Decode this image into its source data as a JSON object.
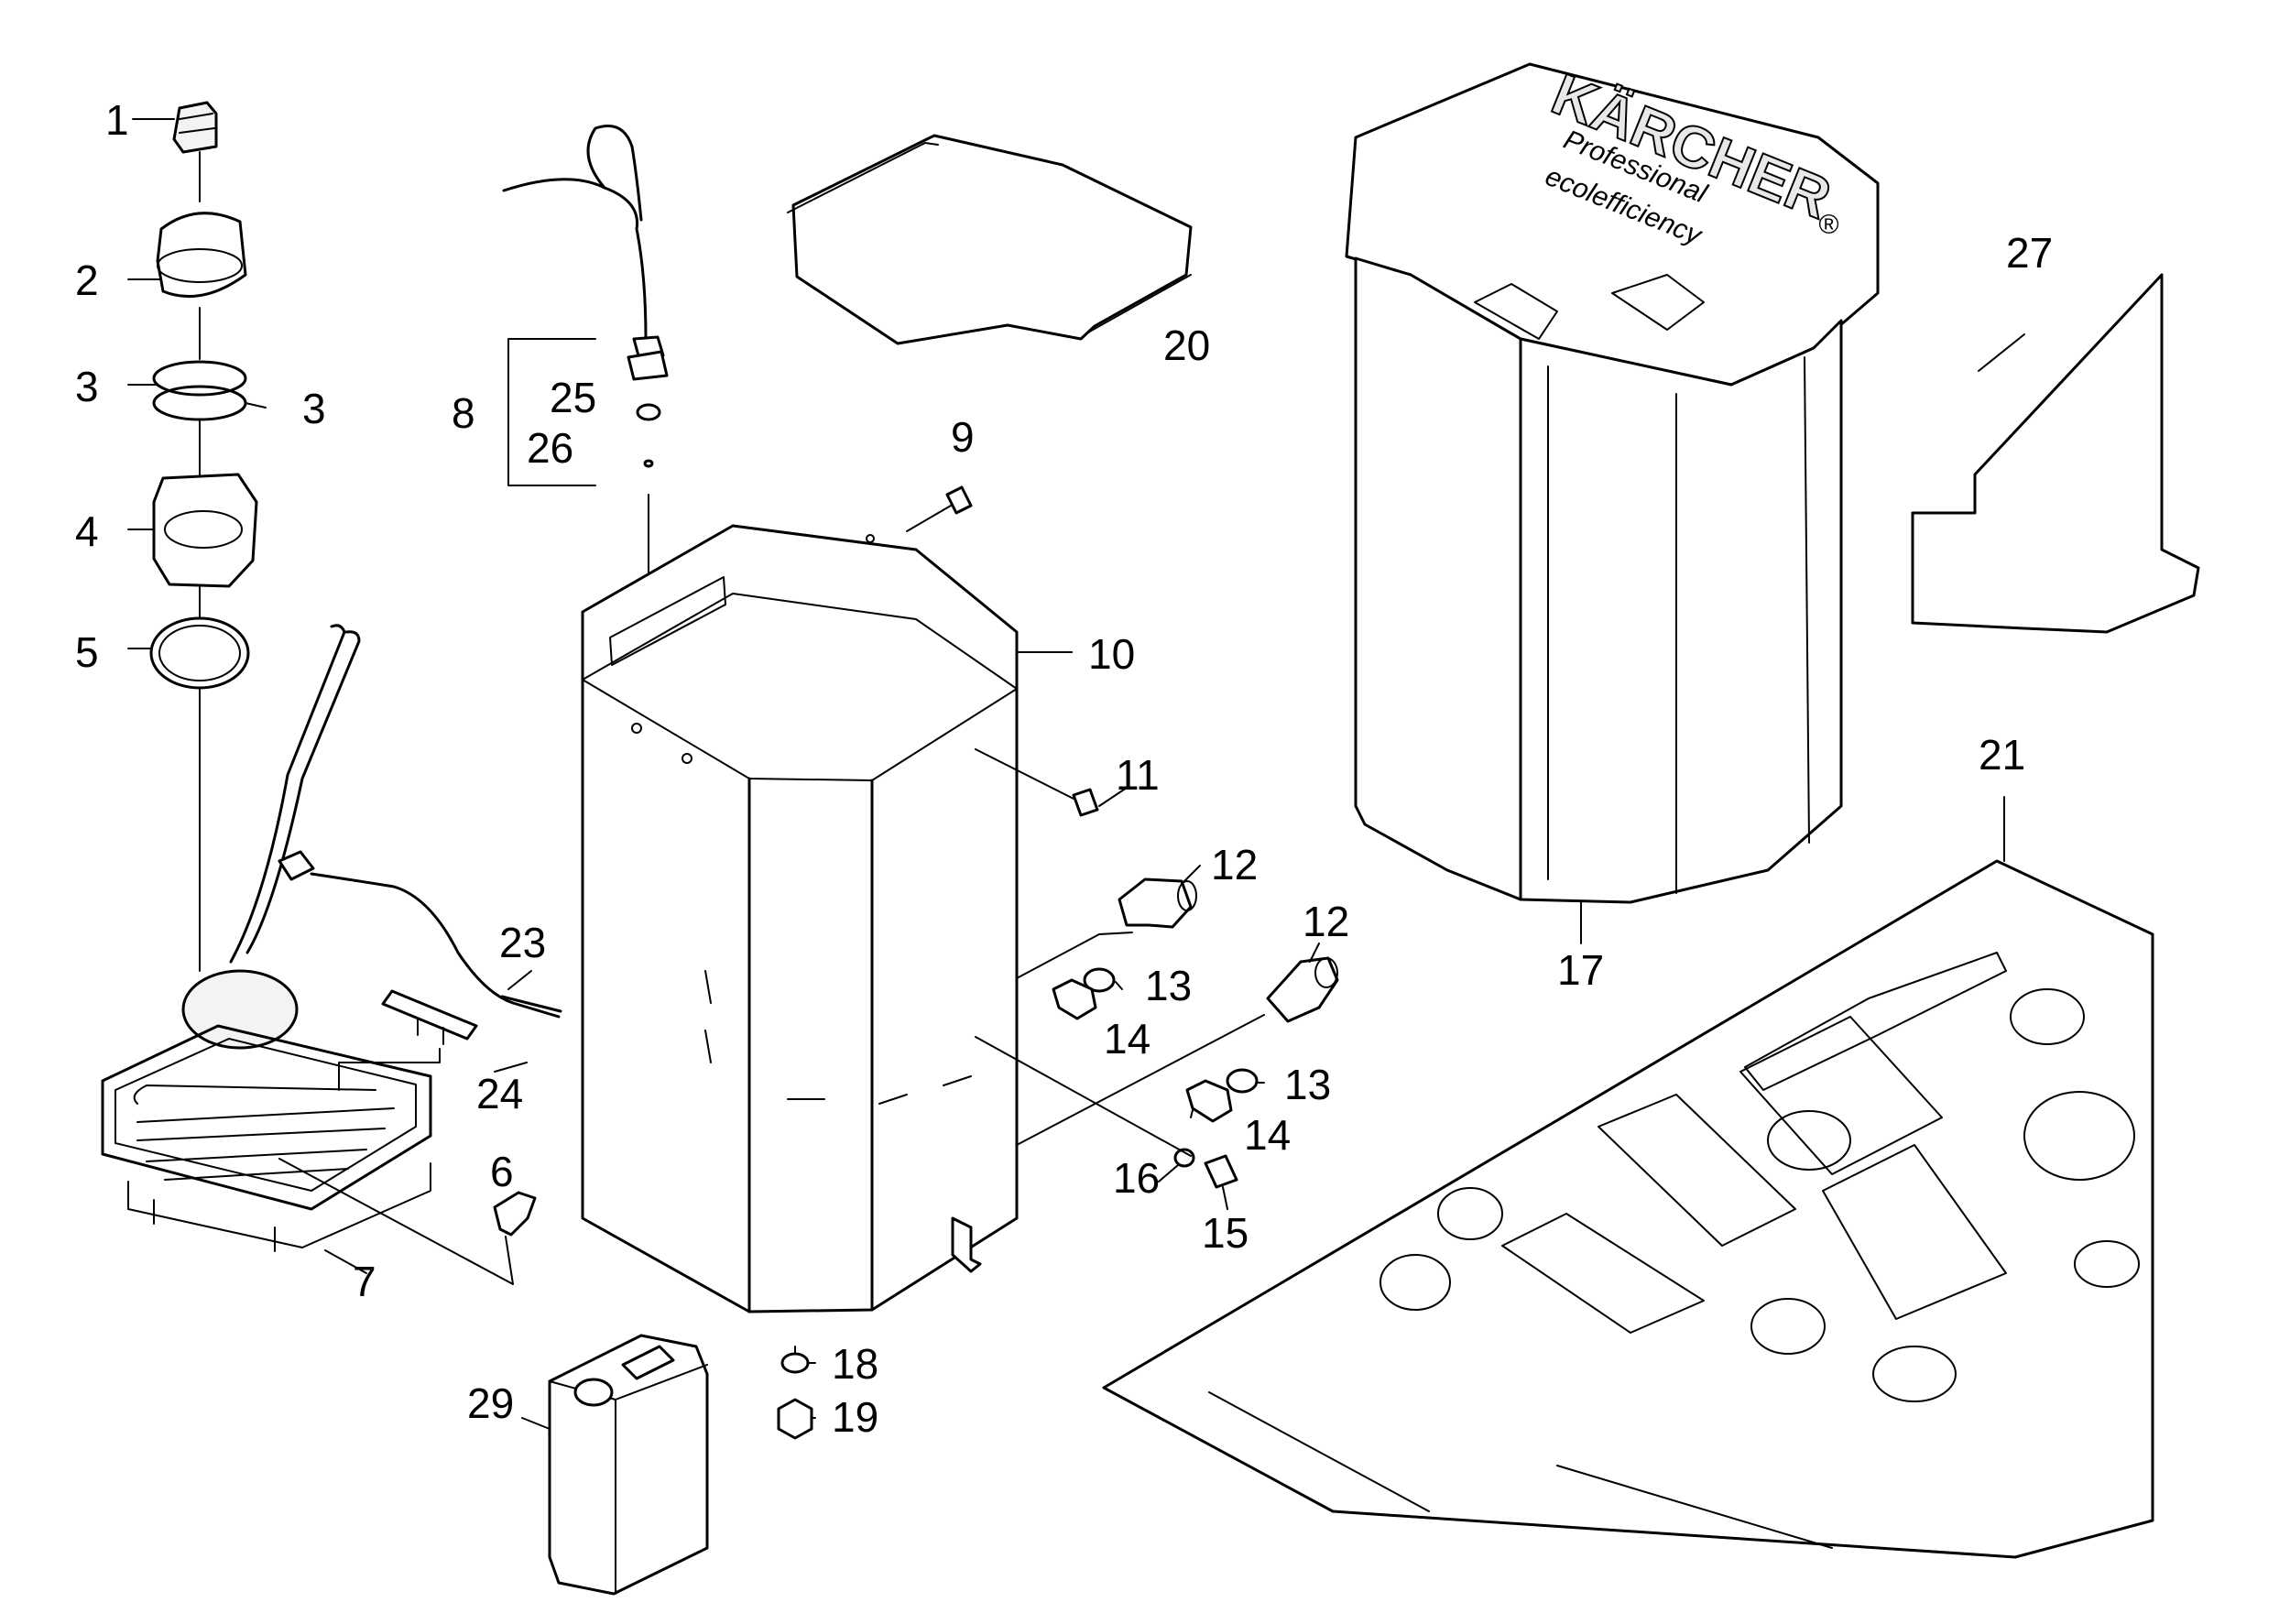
{
  "diagram": {
    "brand_text": "KÄRCHER",
    "brand_registered": "®",
    "tagline_1": "Professional",
    "tagline_2": "ecolefficiency",
    "callouts": [
      {
        "id": "c1",
        "label": "1"
      },
      {
        "id": "c2",
        "label": "2"
      },
      {
        "id": "c3a",
        "label": "3"
      },
      {
        "id": "c3b",
        "label": "3"
      },
      {
        "id": "c4",
        "label": "4"
      },
      {
        "id": "c5",
        "label": "5"
      },
      {
        "id": "c6",
        "label": "6"
      },
      {
        "id": "c7",
        "label": "7"
      },
      {
        "id": "c8",
        "label": "8"
      },
      {
        "id": "c9",
        "label": "9"
      },
      {
        "id": "c10",
        "label": "10"
      },
      {
        "id": "c11",
        "label": "11"
      },
      {
        "id": "c12a",
        "label": "12"
      },
      {
        "id": "c12b",
        "label": "12"
      },
      {
        "id": "c13a",
        "label": "13"
      },
      {
        "id": "c13b",
        "label": "13"
      },
      {
        "id": "c14a",
        "label": "14"
      },
      {
        "id": "c14b",
        "label": "14"
      },
      {
        "id": "c15",
        "label": "15"
      },
      {
        "id": "c16",
        "label": "16"
      },
      {
        "id": "c17",
        "label": "17"
      },
      {
        "id": "c18",
        "label": "18"
      },
      {
        "id": "c19",
        "label": "19"
      },
      {
        "id": "c20",
        "label": "20"
      },
      {
        "id": "c21",
        "label": "21"
      },
      {
        "id": "c23",
        "label": "23"
      },
      {
        "id": "c24",
        "label": "24"
      },
      {
        "id": "c25",
        "label": "25"
      },
      {
        "id": "c26",
        "label": "26"
      },
      {
        "id": "c27",
        "label": "27"
      },
      {
        "id": "c29",
        "label": "29"
      }
    ]
  }
}
